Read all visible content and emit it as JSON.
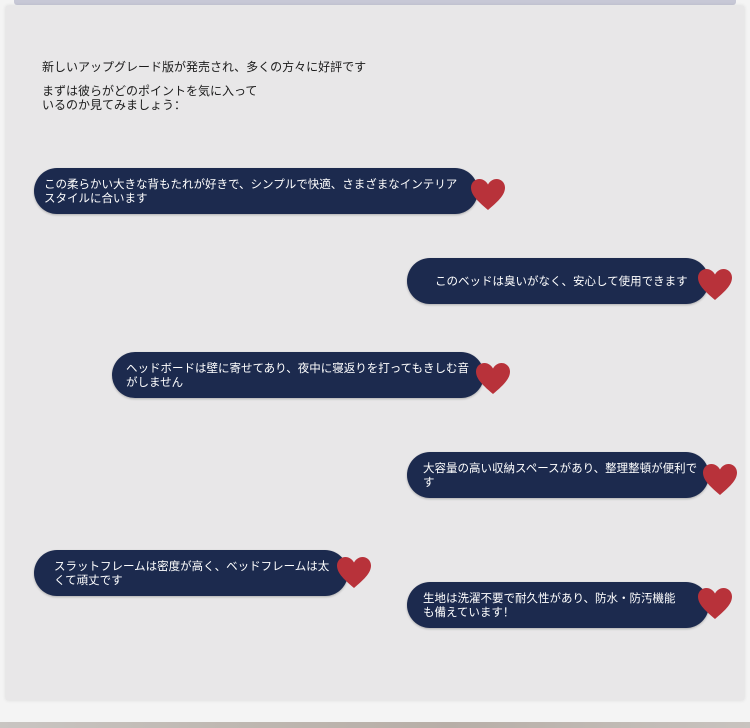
{
  "intro": {
    "line1": "新しいアップグレード版が発売され、多くの方々に好評です",
    "line2": "まずは彼らがどのポイントを気に入って\nいるのか見てみましょう："
  },
  "colors": {
    "bubble": "#1c2a4e",
    "heart": "#b8323a",
    "panel": "#e8e7e8"
  },
  "bubbles": [
    {
      "text": "この柔らかい大きな背もたれが好きで、シンプルで快適、さまざまなインテリアスタイルに合います"
    },
    {
      "text": "このベッドは臭いがなく、安心して使用できます"
    },
    {
      "text": "ヘッドボードは壁に寄せてあり、夜中に寝返りを打ってもきしむ音がしません"
    },
    {
      "text": "大容量の高い収納スペースがあり、整理整頓が便利です"
    },
    {
      "text": "スラットフレームは密度が高く、ベッドフレームは太くて頑丈です"
    },
    {
      "text": "生地は洗濯不要で耐久性があり、防水・防汚機能も備えています！"
    }
  ],
  "icons": {
    "heart": "heart-icon"
  }
}
